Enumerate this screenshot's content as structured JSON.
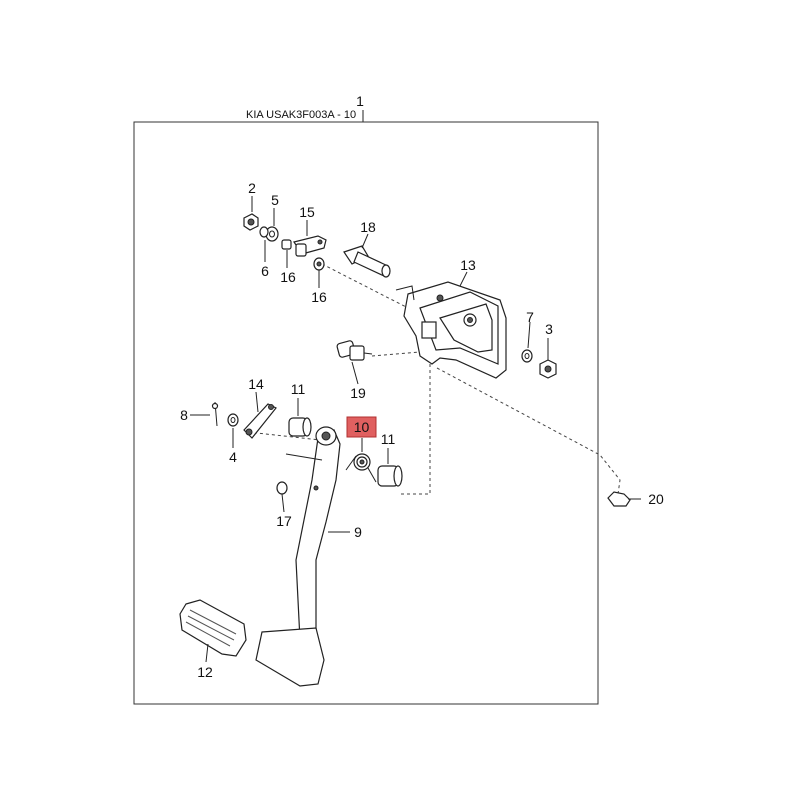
{
  "diagram": {
    "caption": "KIA USAK3F003A - 10",
    "assembly_label": "1",
    "highlight_color": "#e06060",
    "callouts": {
      "c2": "2",
      "c5": "5",
      "c15": "15",
      "c18": "18",
      "c13": "13",
      "c6": "6",
      "c16a": "16",
      "c16b": "16",
      "c7": "7",
      "c3": "3",
      "c19": "19",
      "c14": "14",
      "c11a": "11",
      "c8": "8",
      "c4": "4",
      "c10": "10",
      "c11b": "11",
      "c20": "20",
      "c17": "17",
      "c9": "9",
      "c12": "12"
    }
  }
}
